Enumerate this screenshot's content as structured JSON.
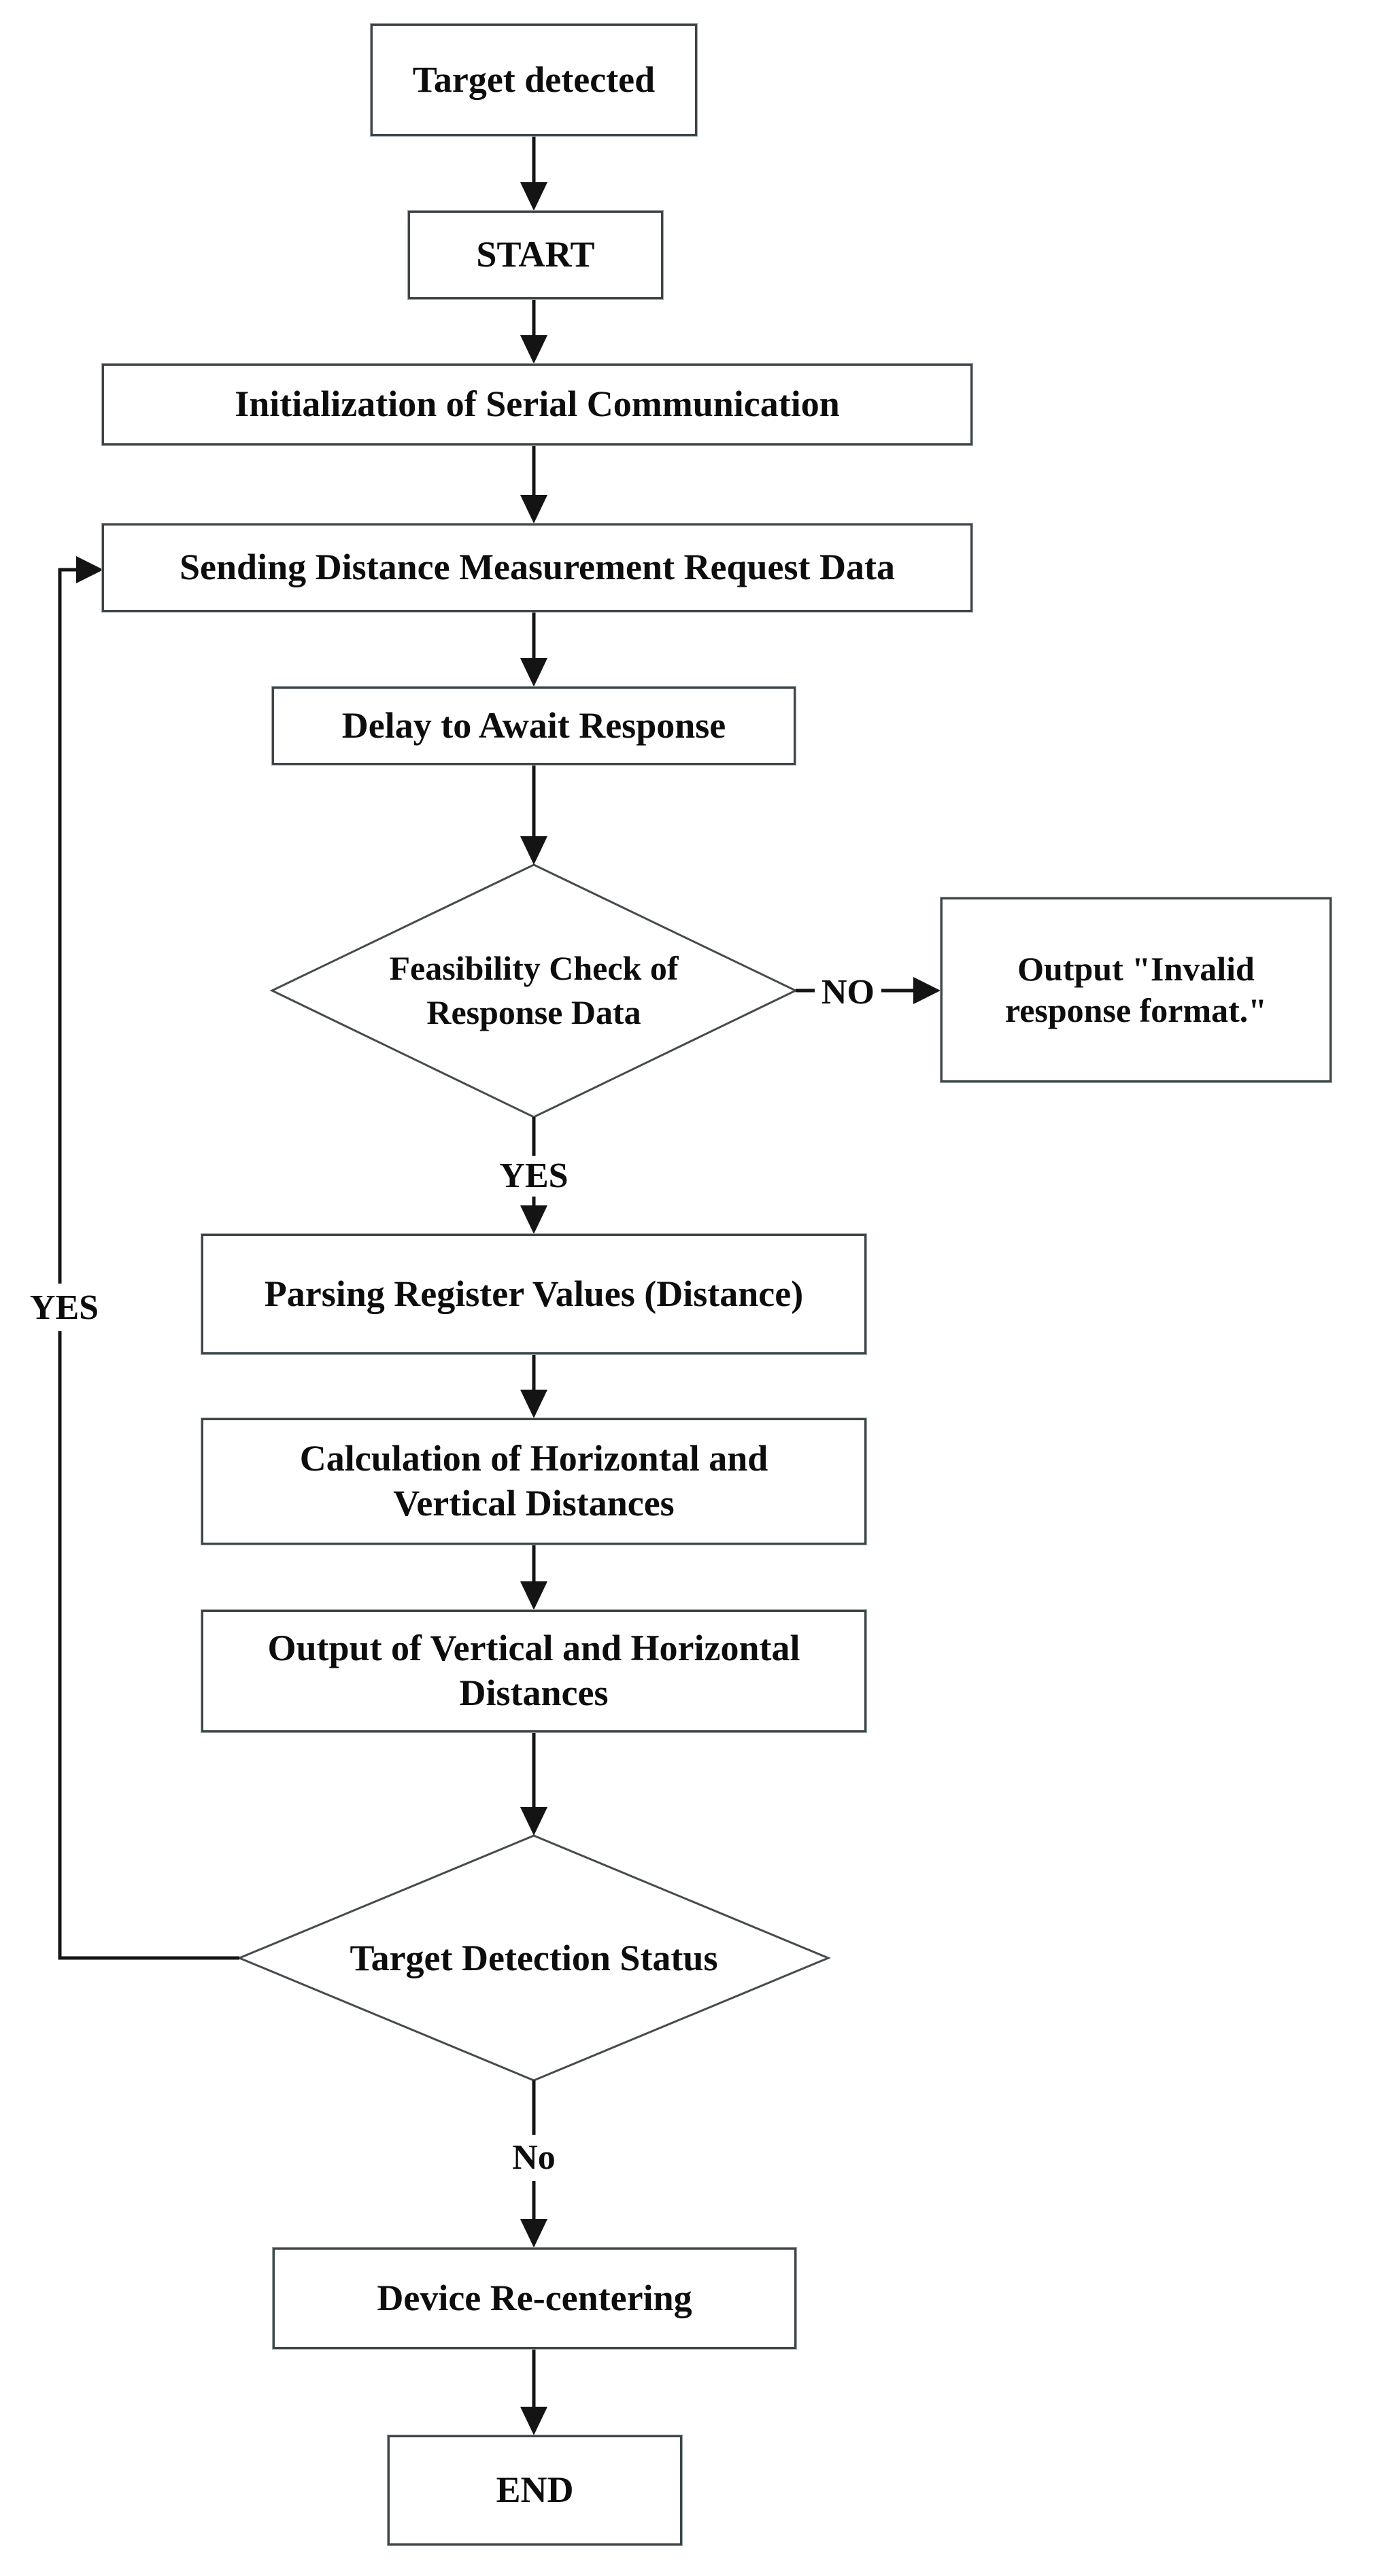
{
  "diagram": {
    "type": "flowchart",
    "nodes": {
      "target_detected": {
        "label": "Target detected",
        "shape": "rect"
      },
      "start": {
        "label": "START",
        "shape": "rect"
      },
      "init": {
        "label": "Initialization of Serial Communication",
        "shape": "rect"
      },
      "sending": {
        "label": "Sending Distance Measurement Request Data",
        "shape": "rect"
      },
      "delay": {
        "label": "Delay to Await Response",
        "shape": "rect"
      },
      "feasibility": {
        "label": "Feasibility Check of\nResponse Data",
        "shape": "diamond"
      },
      "invalid_output": {
        "label": "Output \"Invalid\nresponse format.\"",
        "shape": "rect"
      },
      "parsing": {
        "label": "Parsing Register Values (Distance)",
        "shape": "rect"
      },
      "calculation": {
        "label": "Calculation of Horizontal and\nVertical Distances",
        "shape": "rect"
      },
      "output_distances": {
        "label": "Output of Vertical and Horizontal\nDistances",
        "shape": "rect"
      },
      "target_status": {
        "label": "Target Detection Status",
        "shape": "diamond"
      },
      "recentering": {
        "label": "Device Re-centering",
        "shape": "rect"
      },
      "end": {
        "label": "END",
        "shape": "rect"
      }
    },
    "edge_labels": {
      "feasibility_no": "NO",
      "feasibility_yes": "YES",
      "status_yes": "YES",
      "status_no": "No"
    },
    "colors": {
      "background": "#ffffff",
      "arrow_line": "#141414",
      "box_border": "#3d4548",
      "diamond_border": "#454b4e",
      "text": "#0d0d0d"
    }
  }
}
